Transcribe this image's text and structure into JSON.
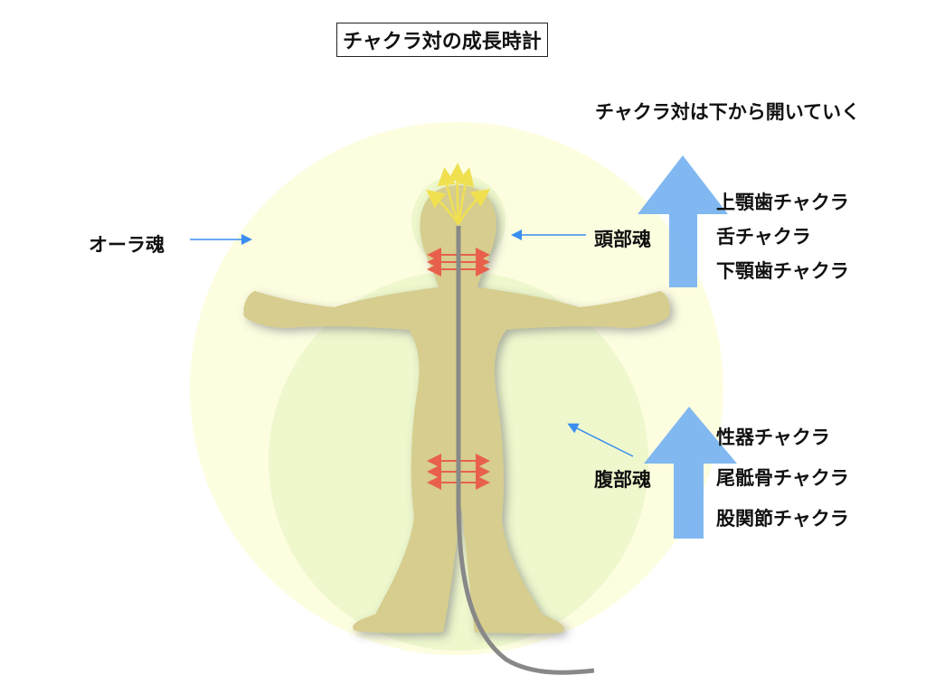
{
  "title": "チャクラ対の成長時計",
  "subtitle": "チャクラ対は下から開いていく",
  "labels": {
    "aura": "オーラ魂",
    "head": "頭部魂",
    "belly": "腹部魂"
  },
  "upper_chakras": [
    "上顎歯チャクラ",
    "舌チャクラ",
    "下顎歯チャクラ"
  ],
  "lower_chakras": [
    "性器チャクラ",
    "尾骶骨チャクラ",
    "股関節チャクラ"
  ],
  "colors": {
    "aura": "#fdfde0",
    "belly": "#eef8cc",
    "body": "#d6cd8e",
    "big_arrow": "#7ab4f0",
    "pointer": "#3a8ef0",
    "red_arrows": "#e8604c",
    "yellow_arrows": "#f0e050",
    "spine": "#888888"
  }
}
